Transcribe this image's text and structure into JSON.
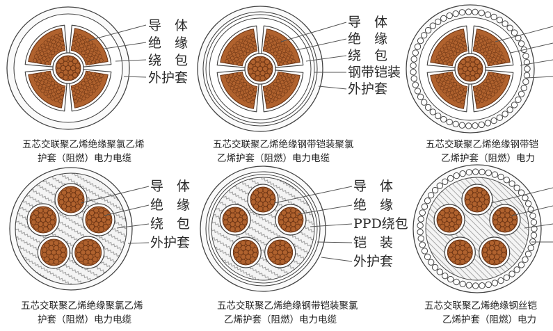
{
  "colors": {
    "copper": "#b0622e",
    "copper_dark": "#6b3414",
    "line": "#444444",
    "filler": "#f2f2f2",
    "sheath": "#fafafa"
  },
  "cables": [
    {
      "labels": [
        "导　体",
        "绝　缘",
        "绕　包",
        "外护套"
      ],
      "caption": [
        "五芯交联聚乙烯绝缘聚氯乙烯",
        "护套（阻燃）电力电缆"
      ]
    },
    {
      "labels": [
        "导　体",
        "绝　缘",
        "绕　包",
        "钢带铠装",
        "外护套"
      ],
      "caption": [
        "五芯交联聚乙烯绝缘钢带铠装聚氯",
        "乙烯护套（阻燃）电力电缆"
      ]
    },
    {
      "labels": [],
      "caption": [
        "五芯交联聚乙烯绝缘钢带铠",
        "乙烯护套（阻燃）电力"
      ]
    },
    {
      "labels": [
        "导　体",
        "绝　缘",
        "绕　包",
        "外护套"
      ],
      "caption": [
        "五芯交联聚乙烯绝缘聚氯乙烯",
        "护套（阻燃）电力电缆"
      ]
    },
    {
      "labels": [
        "导　体",
        "绝　缘",
        "PPD绕包",
        "铠　装",
        "外护套"
      ],
      "caption": [
        "五芯交联聚乙烯绝缘钢带铠装聚氯",
        "乙烯护套（阻燃）电力电缆"
      ]
    },
    {
      "labels": [],
      "caption": [
        "五芯交联聚乙烯绝缘钢丝铠",
        "乙烯护套（阻燃）电力"
      ]
    }
  ]
}
